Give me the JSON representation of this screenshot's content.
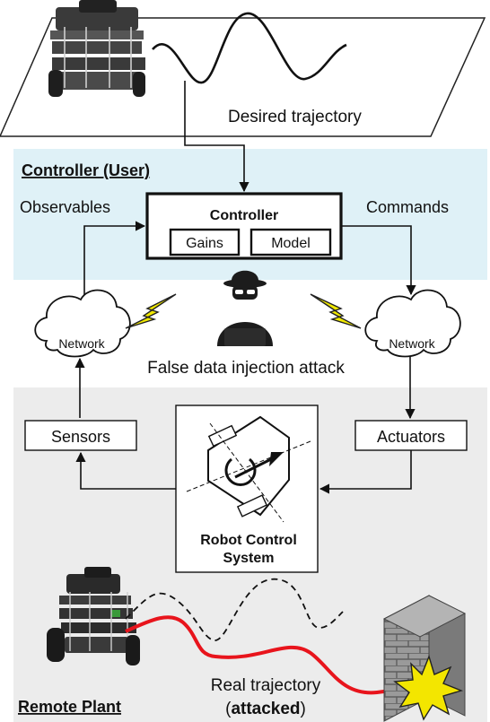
{
  "labels": {
    "desired_trajectory": "Desired trajectory",
    "controller_section": "Controller (User)",
    "observables": "Observables",
    "commands": "Commands",
    "controller": "Controller",
    "gains": "Gains",
    "model": "Model",
    "network_left": "Network",
    "network_right": "Network",
    "attack": "False data injection attack",
    "sensors": "Sensors",
    "actuators": "Actuators",
    "robot_control_line1": "Robot Control",
    "robot_control_line2": "System",
    "remote_plant": "Remote Plant",
    "real_trajectory_line1": "Real trajectory",
    "real_trajectory_open": "(",
    "attacked": "attacked",
    "real_trajectory_close": ")"
  },
  "colors": {
    "controller_region": "#dff1f7",
    "plant_region": "#ececec",
    "lightning": "#f0e800",
    "real_trajectory": "#e8141c",
    "impact": "#f3e600",
    "wall": "#8c8c8c",
    "robot": "#2a2a2a"
  }
}
